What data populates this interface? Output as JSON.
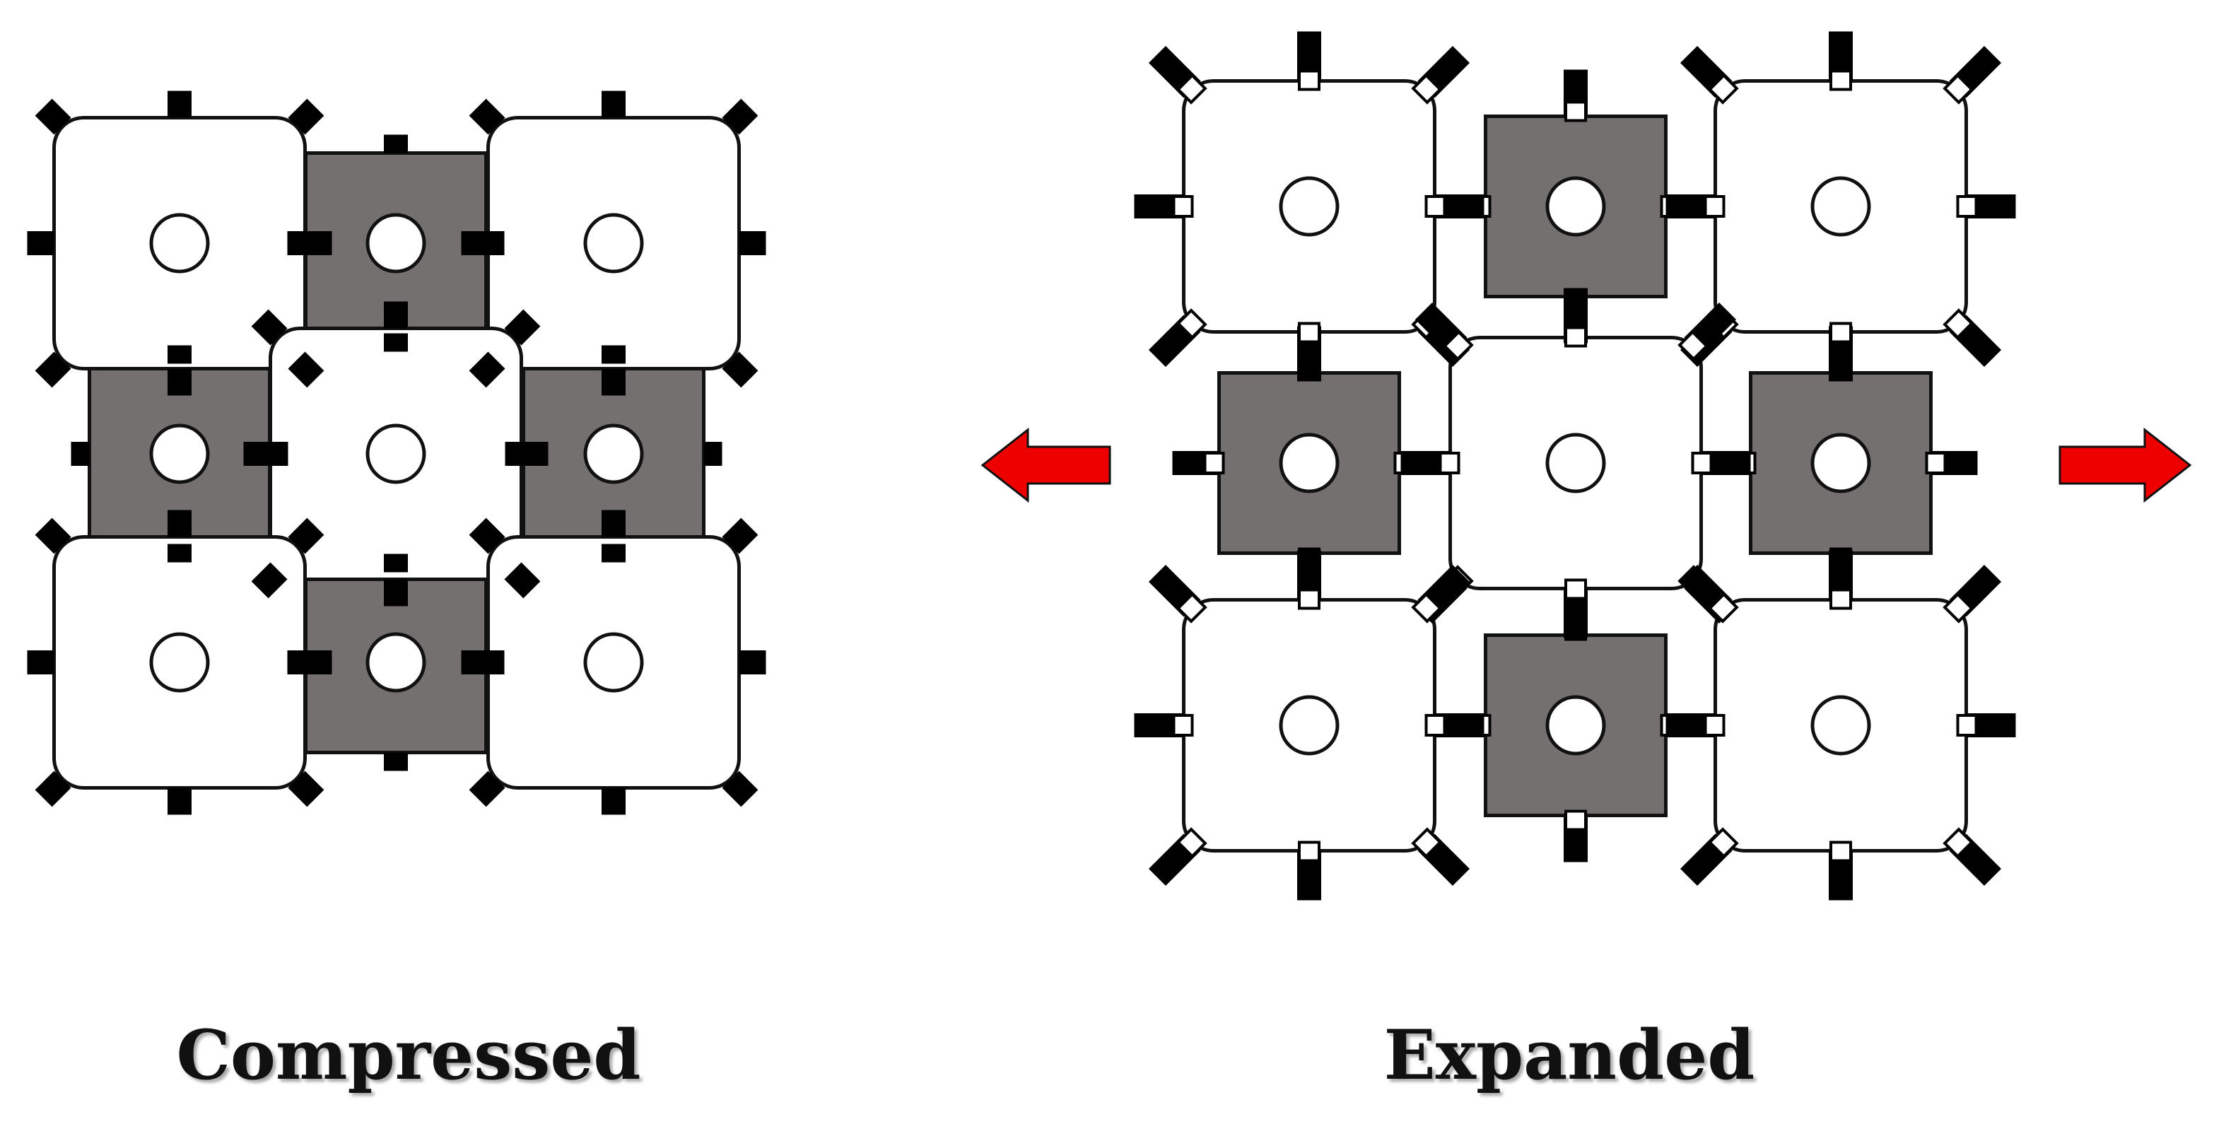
{
  "captions": {
    "left": "Compressed",
    "right": "Expanded"
  },
  "colors": {
    "white_tile": "#ffffff",
    "gray_tile": "#757070",
    "outline": "#111111",
    "connector": "#000000",
    "arrow": "#ee0000"
  },
  "panels": [
    {
      "id": "compressed",
      "rows": 3,
      "cols": 3,
      "white_tiles": 5,
      "gray_tiles": 4
    },
    {
      "id": "expanded",
      "rows": 3,
      "cols": 3,
      "white_tiles": 5,
      "gray_tiles": 4
    }
  ],
  "arrows": [
    {
      "id": "left",
      "direction": "left"
    },
    {
      "id": "right",
      "direction": "right"
    }
  ]
}
